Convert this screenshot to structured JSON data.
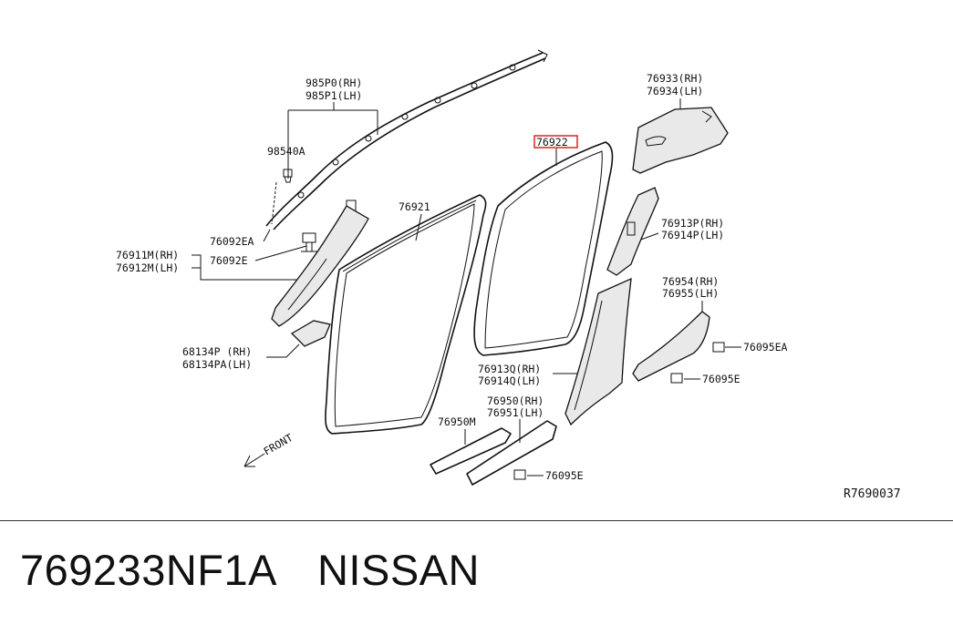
{
  "labels": {
    "airbag_rh": "985P0(RH)",
    "airbag_lh": "985P1(LH)",
    "clip_98540a": "98540A",
    "clip_76092ea": "76092EA",
    "clip_76092e": "76092E",
    "pillar_rh": "76911M(RH)",
    "pillar_lh": "76912M(LH)",
    "bracket_rh": "68134P (RH)",
    "bracket_lh": "68134PA(LH)",
    "weatherstrip_front": "76921",
    "weatherstrip_rear_highlight": "76922",
    "rear_upper_rh": "76933(RH)",
    "rear_upper_lh": "76934(LH)",
    "center_upper_rh": "76913P(RH)",
    "center_upper_lh": "76914P(LH)",
    "rear_lower_rh": "76954(RH)",
    "rear_lower_lh": "76955(LH)",
    "clip_76095ea": "76095EA",
    "clip_76095e_a": "76095E",
    "center_lower_rh": "76913Q(RH)",
    "center_lower_lh": "76914Q(LH)",
    "kick_rh": "76950(RH)",
    "kick_lh": "76951(LH)",
    "kick_front": "76950M",
    "clip_76095e_b": "76095E",
    "front_arrow": "FRONT",
    "diagram_id": "R7690037"
  },
  "highlight_color": "#e0201c",
  "footer": {
    "part_number": "769233NF1A",
    "brand": "NISSAN"
  }
}
